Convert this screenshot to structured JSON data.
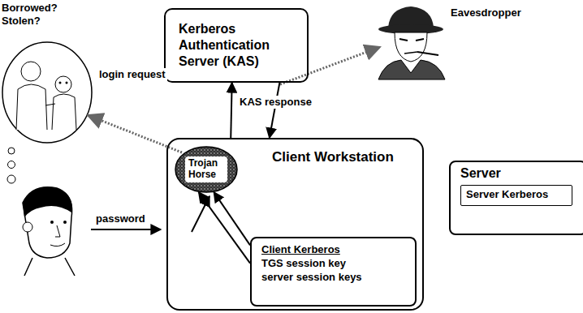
{
  "diagram": {
    "nodes": [
      {
        "text": [
          "Kerberos Authentication Server (KAS)"
        ]
      },
      {
        "text": [
          "Client Workstation"
        ]
      },
      {
        "text": [
          "Trojan Horse"
        ],
        "in": 1
      },
      {
        "text": [
          "Client Kerberos",
          "TGS session key",
          "server session keys"
        ],
        "in": 1
      },
      {
        "text": [
          "Server"
        ]
      },
      {
        "text": [
          "Server Kerberos"
        ],
        "in": 4
      }
    ],
    "edges": [
      {
        "from": 1,
        "to": 0,
        "arrow": "to"
      },
      {
        "from": 0,
        "to": 1,
        "arrow": "to"
      },
      {
        "from": 3,
        "to": 2,
        "arrow": "to"
      },
      {
        "from": 3,
        "to": 2,
        "arrow": "to"
      }
    ],
    "labels": [
      "Borrowed? Stolen?",
      "Eavesdropper",
      "login request",
      "KAS response",
      "password"
    ]
  }
}
